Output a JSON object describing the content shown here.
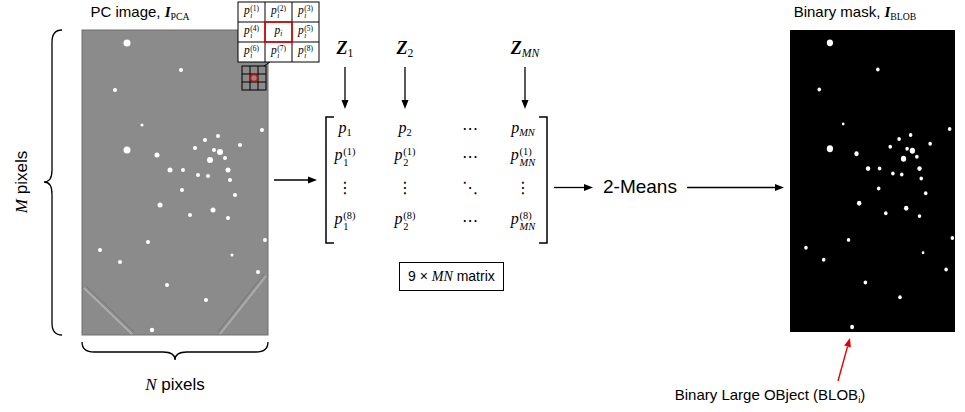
{
  "diagram": {
    "nodes": [
      {
        "text": [
          "PC image,",
          "I",
          "PCA"
        ]
      },
      {
        "text": [
          "p",
          "1",
          "p",
          "2",
          "⋯",
          "p",
          "MN",
          "p",
          "1",
          "(1)",
          "p",
          "2",
          "(1)",
          "⋯",
          "p",
          "MN",
          "(1)",
          "⋮",
          "⋮",
          "⋱",
          "⋮",
          "p",
          "1",
          "(8)",
          "p",
          "2",
          "(8)",
          "⋯",
          "p",
          "MN",
          "(8)"
        ]
      },
      {
        "text": [
          "9 ×",
          "MN",
          "matrix"
        ]
      },
      {
        "text": [
          "2-Means"
        ]
      },
      {
        "text": [
          "Binary mask,",
          "I",
          "BLOB"
        ]
      }
    ],
    "edges": [
      {
        "from": 0,
        "to": 1,
        "arrow": "to"
      },
      {
        "from": 1,
        "to": 3,
        "arrow": "to"
      },
      {
        "from": 3,
        "to": 4,
        "arrow": "to"
      }
    ],
    "labels": [
      "p",
      "i",
      "(1)",
      "p",
      "i",
      "(2)",
      "p",
      "i",
      "(3)",
      "p",
      "i",
      "(4)",
      "p",
      "i",
      "p",
      "i",
      "(5)",
      "p",
      "i",
      "(6)",
      "p",
      "i",
      "(7)",
      "p",
      "i",
      "(8)",
      "Z",
      "1",
      "Z",
      "2",
      "Z",
      "MN",
      "M",
      "pixels",
      "N",
      "pixels",
      "Binary Large OBject (",
      "BLOB",
      "i",
      ")"
    ]
  }
}
